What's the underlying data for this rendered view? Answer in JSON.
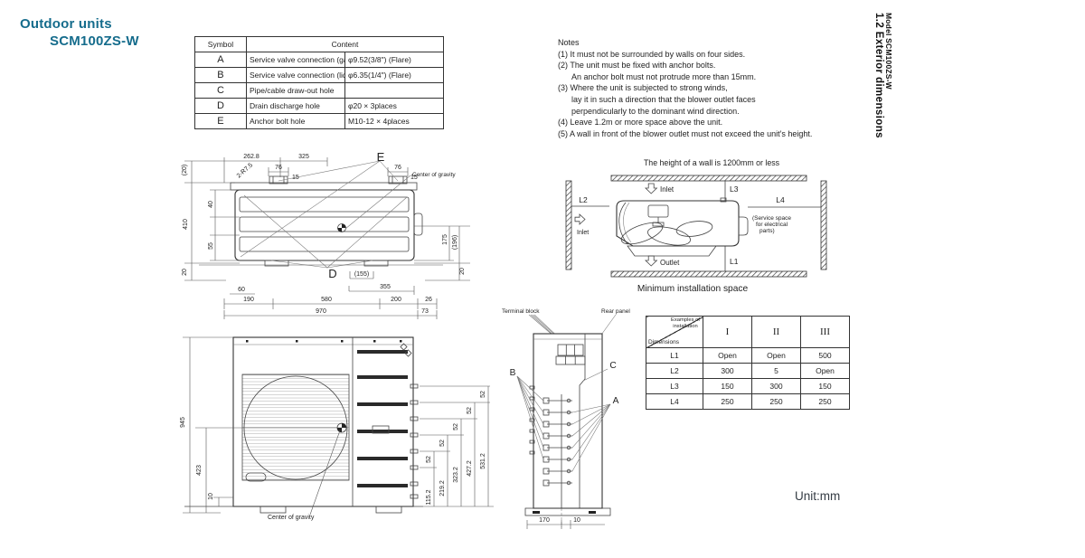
{
  "colors": {
    "accent": "#156c8c",
    "line": "#3f3f3f"
  },
  "header": {
    "title": "Outdoor units",
    "model": "SCM100ZS-W"
  },
  "side_tab": {
    "line1": "1.2 Exterior dimensions",
    "line2": "Model SCM100ZS-W"
  },
  "unit_note": "Unit:mm",
  "symbol_table": {
    "header_symbol": "Symbol",
    "header_content": "Content",
    "rows": [
      {
        "symbol": "A",
        "content": "Service valve connection (gas side)",
        "spec": "φ9.52(3/8\") (Flare)"
      },
      {
        "symbol": "B",
        "content": "Service valve connection (liquid side)",
        "spec": "φ6.35(1/4\") (Flare)"
      },
      {
        "symbol": "C",
        "content": "Pipe/cable draw-out hole",
        "spec": ""
      },
      {
        "symbol": "D",
        "content": "Drain discharge hole",
        "spec": "φ20 × 3places"
      },
      {
        "symbol": "E",
        "content": "Anchor bolt hole",
        "spec": "M10-12 × 4places"
      }
    ]
  },
  "notes": {
    "title": "Notes",
    "items": [
      "(1) It must not be surrounded by walls on four sides.",
      "(2) The unit must be fixed with anchor bolts.\n      An anchor bolt must not protrude more than 15mm.",
      "(3) Where the unit is subjected to strong winds,\n      lay it in such a direction that the blower outlet faces\n      perpendicularly to the dominant wind direction.",
      "(4) Leave 1.2m or more space above the unit.",
      "(5) A wall in front of the blower outlet must not exceed the unit's height."
    ]
  },
  "top_view": {
    "dim_262_8": "262.8",
    "dim_325": "325",
    "radius_label": "2-R7.5",
    "dim_76_left": "76",
    "dim_15_left": "15",
    "label_e": "E",
    "dim_76_right": "76",
    "dim_15_right": "15",
    "cog_label": "Center of gravity",
    "dim_20_top_left": "(20)",
    "dim_40": "40",
    "dim_410": "410",
    "dim_55": "55",
    "dim_20_bottom_left": "20",
    "dim_175": "175",
    "dim_196": "(196)",
    "dim_20_right": "20",
    "label_d": "D",
    "dim_155": "(155)",
    "dim_60": "60",
    "dim_355": "355",
    "dim_190": "190",
    "dim_580": "580",
    "dim_200": "200",
    "dim_26": "26",
    "dim_970": "970",
    "dim_73": "73"
  },
  "installation": {
    "wall_note": "The height of a wall is 1200mm or less",
    "l1": "L1",
    "l2": "L2",
    "l3": "L3",
    "l4": "L4",
    "inlet_top": "Inlet",
    "inlet_left": "Inlet",
    "outlet": "Outlet",
    "service_line1": "(Service space",
    "service_line2": "for electrical",
    "service_line3": "parts)",
    "title": "Minimum installation space"
  },
  "dimension_table": {
    "corner_top": "Examples of installation",
    "corner_bottom": "Dimensions",
    "columns": [
      "I",
      "II",
      "III"
    ],
    "rows": [
      {
        "label": "L1",
        "v1": "Open",
        "v2": "Open",
        "v3": "500"
      },
      {
        "label": "L2",
        "v1": "300",
        "v2": "5",
        "v3": "Open"
      },
      {
        "label": "L3",
        "v1": "150",
        "v2": "300",
        "v3": "150"
      },
      {
        "label": "L4",
        "v1": "250",
        "v2": "250",
        "v3": "250"
      }
    ]
  },
  "front_view": {
    "dim_945": "945",
    "dim_423": "423",
    "dim_10": "10",
    "cog_label": "Center of gravity",
    "dim_52_1": "52",
    "dim_52_2": "52",
    "dim_52_3": "52",
    "dim_52_4": "52",
    "dim_52_5": "52",
    "dim_115_2": "115.2",
    "dim_219_2": "219.2",
    "dim_323_2": "323.2",
    "dim_427_2": "427.2",
    "dim_531_2": "531.2"
  },
  "side_view": {
    "terminal_block": "Terminal block",
    "rear_panel": "Rear panel",
    "label_a": "A",
    "label_b": "B",
    "label_c": "C",
    "dim_170": "170",
    "dim_10": "10"
  }
}
